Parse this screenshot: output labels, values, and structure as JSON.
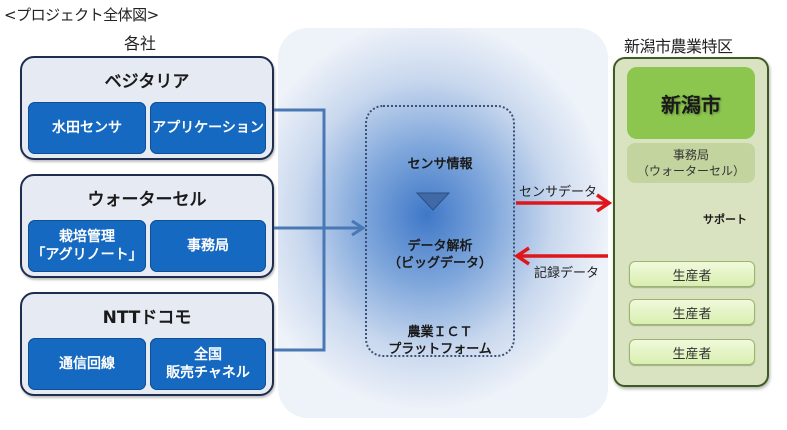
{
  "title": "<プロジェクト全体図>",
  "companies": {
    "heading": "各社",
    "items": [
      {
        "name": "ベジタリア",
        "services": [
          [
            "水田センサ"
          ],
          [
            "アプリケーション"
          ]
        ]
      },
      {
        "name": "ウォーターセル",
        "services": [
          [
            "栽培管理",
            "「アグリノート」"
          ],
          [
            "事務局"
          ]
        ]
      },
      {
        "name": "NTTドコモ",
        "services": [
          [
            "通信回線"
          ],
          [
            "全国",
            "販売チャネル"
          ]
        ]
      }
    ]
  },
  "platform": {
    "input_label": "センサ情報",
    "analysis_line1": "データ解析",
    "analysis_line2": "（ビッグデータ）",
    "name_line1": "農業ＩＣＴ",
    "name_line2": "プラットフォーム"
  },
  "flows": {
    "outbound": "センサデータ",
    "inbound": "記録データ"
  },
  "zone": {
    "heading": "新潟市農業特区",
    "city": "新潟市",
    "office_line1": "事務局",
    "office_line2": "（ウォーターセル）",
    "support": "サポート",
    "producers": [
      "生産者",
      "生産者",
      "生産者"
    ]
  },
  "colors": {
    "service_blue": "#1569c0",
    "connector_blue": "#4a78b5",
    "flow_red": "#e0161b",
    "city_green": "#8cc64e",
    "zone_bg": "#d9e3c1"
  }
}
